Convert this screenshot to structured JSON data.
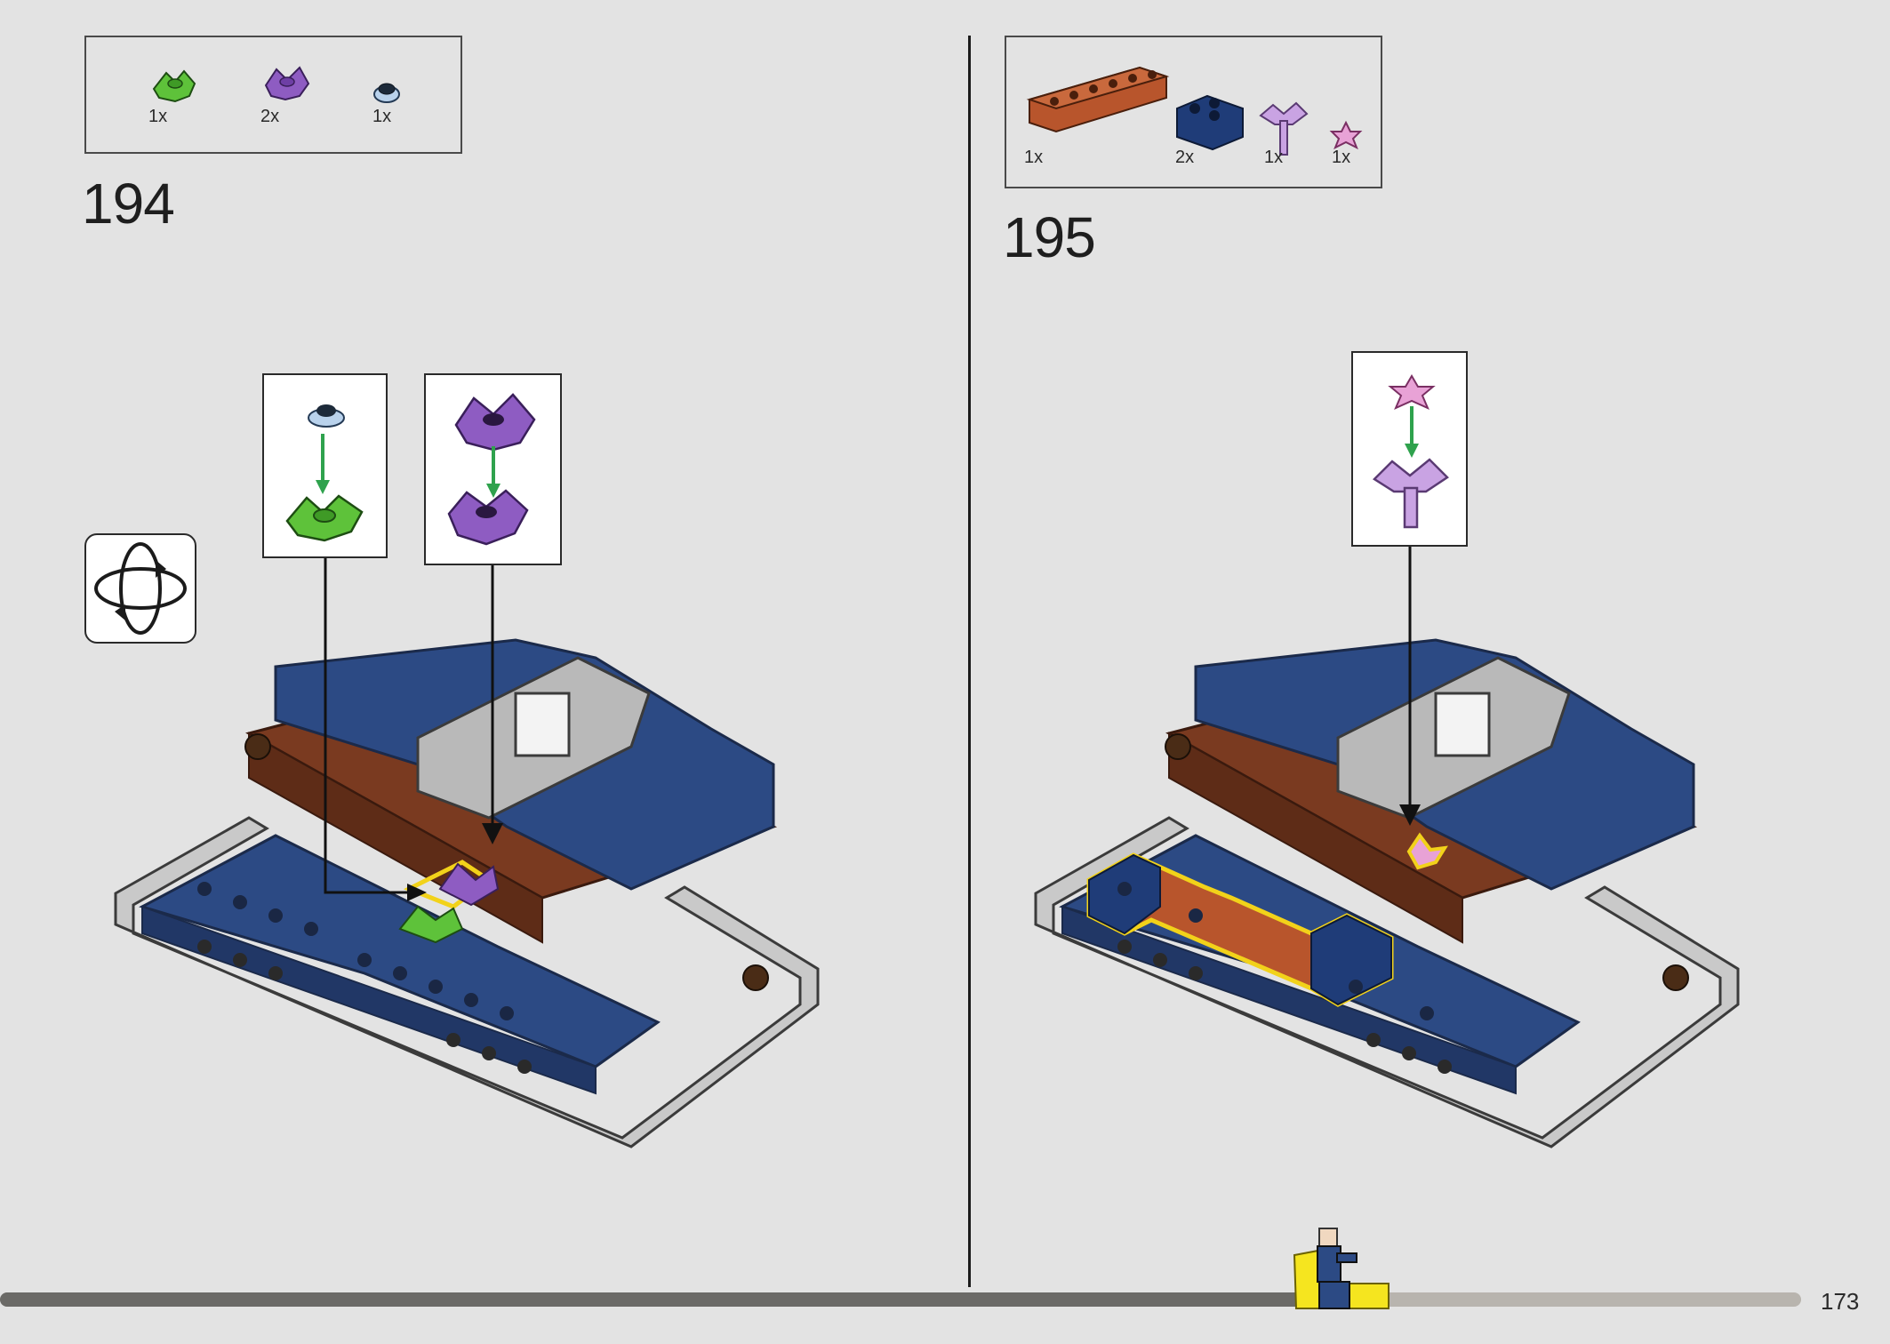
{
  "steps": [
    {
      "number": "194",
      "parts": [
        {
          "icon": "green-leaf-plate-icon",
          "qty": "1x"
        },
        {
          "icon": "purple-flower-plate-icon",
          "qty": "2x"
        },
        {
          "icon": "light-blue-round-plate-icon",
          "qty": "1x"
        }
      ]
    },
    {
      "number": "195",
      "parts": [
        {
          "icon": "reddish-brown-brick-1x6-icon",
          "qty": "1x"
        },
        {
          "icon": "dark-blue-corner-brick-icon",
          "qty": "2x"
        },
        {
          "icon": "lavender-plant-stem-icon",
          "qty": "1x"
        },
        {
          "icon": "pink-flower-icon",
          "qty": "1x"
        }
      ]
    }
  ],
  "page_number": "173",
  "progress": 0.74,
  "colors": {
    "background": "#e3e3e3",
    "dark_blue": "#2c4a84",
    "reddish_brown": "#7a3a20",
    "light_gray": "#c9c9c9",
    "green": "#5ec23a",
    "purple": "#8e5cc2",
    "pink": "#e8a2d6",
    "highlight": "#f2d21a",
    "arrow_green": "#2fa24d"
  }
}
